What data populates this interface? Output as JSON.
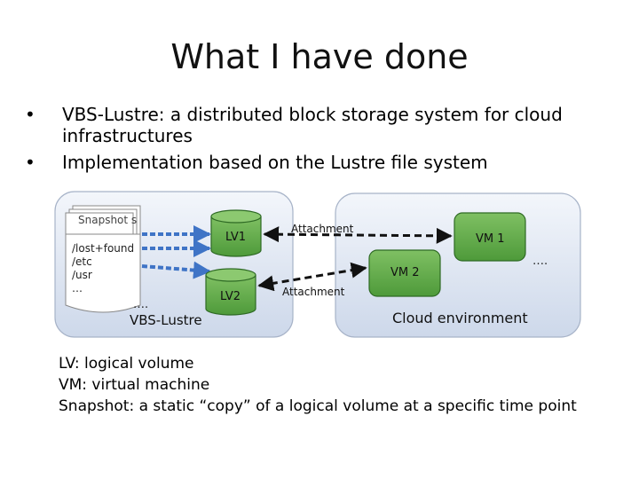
{
  "slide": {
    "title": "What I have done",
    "bullets": [
      "VBS-Lustre: a distributed block storage system for cloud infrastructures",
      "Implementation based on the Lustre file system"
    ]
  },
  "diagram": {
    "left_panel": {
      "snapshots_label": "Snapshot s",
      "dirs": [
        "/lost+found",
        "/etc",
        "/usr",
        "…"
      ],
      "ellipsis": "….",
      "label": "VBS-Lustre"
    },
    "volumes": [
      "LV1",
      "LV2"
    ],
    "attachments": [
      "Attachment",
      "Attachment"
    ],
    "right_panel": {
      "vms": [
        "VM 1",
        "VM 2"
      ],
      "ellipsis": "….",
      "label": "Cloud environment"
    },
    "colors": {
      "panel_fill": "#dfe6f3",
      "panel_stroke": "#a7b3c8",
      "green": "#5aa544",
      "green_dark": "#2e6a24",
      "blue_arrow": "#3f74c6"
    }
  },
  "legend": [
    "LV: logical volume",
    "VM: virtual machine",
    "Snapshot: a static “copy” of a logical volume at a specific time point"
  ]
}
